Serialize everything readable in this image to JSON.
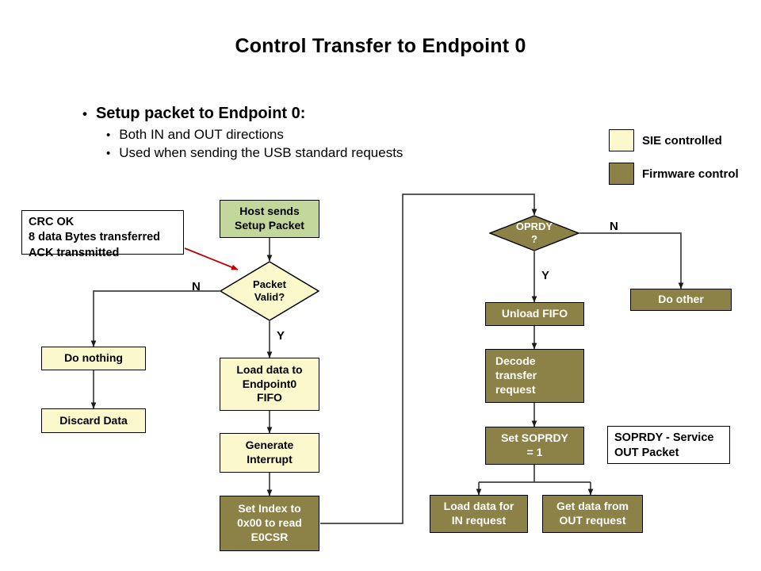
{
  "slide": {
    "title": "Control Transfer to Endpoint 0",
    "background": "#ffffff"
  },
  "bullets": {
    "level1": "Setup packet to Endpoint 0:",
    "level2": [
      "Both IN and OUT directions",
      "Used when sending the USB standard requests"
    ]
  },
  "legend": {
    "items": [
      {
        "label": "SIE controlled",
        "color": "#fbf8cc"
      },
      {
        "label": "Firmware control",
        "color": "#8c8247"
      }
    ]
  },
  "colors": {
    "sie_fill": "#fbf8cc",
    "firmware_fill": "#8c8247",
    "start_fill": "#c3d69b",
    "note_fill": "#ffffff",
    "connector": "#404040",
    "callout_arrow": "#c00000",
    "text_dark": "#000000",
    "text_light": "#ffffff"
  },
  "notes": {
    "crc": "CRC OK\n8 data Bytes transferred\nACK transmitted",
    "crc_lines": [
      "CRC OK",
      "8 data Bytes transferred",
      "ACK transmitted"
    ],
    "soprdy": "SOPRDY - Service\nOUT Packet",
    "soprdy_lines": [
      "SOPRDY - Service",
      "OUT Packet"
    ]
  },
  "flowchart": {
    "nodes": {
      "host_sends": {
        "label": "Host sends\nSetup Packet",
        "kind": "start",
        "fill": "#c3d69b"
      },
      "packet_valid": {
        "label": "Packet\nValid?",
        "kind": "decision",
        "fill": "#fbf8cc"
      },
      "do_nothing": {
        "label": "Do nothing",
        "kind": "process",
        "fill": "#fbf8cc"
      },
      "discard_data": {
        "label": "Discard Data",
        "kind": "process",
        "fill": "#fbf8cc"
      },
      "load_data_ep0": {
        "label": "Load data to\nEndpoint0\nFIFO",
        "kind": "process",
        "fill": "#fbf8cc"
      },
      "generate_int": {
        "label": "Generate\nInterrupt",
        "kind": "process",
        "fill": "#fbf8cc"
      },
      "set_index": {
        "label": "Set Index to\n0x00 to read\nE0CSR",
        "kind": "process",
        "fill": "#8c8247"
      },
      "oprdy": {
        "label": "OPRDY\n?",
        "kind": "decision",
        "fill": "#8c8247"
      },
      "do_other": {
        "label": "Do other",
        "kind": "process",
        "fill": "#8c8247"
      },
      "unload_fifo": {
        "label": "Unload FIFO",
        "kind": "process",
        "fill": "#8c8247"
      },
      "decode_req": {
        "label": "Decode\ntransfer\nrequest",
        "kind": "process",
        "fill": "#8c8247"
      },
      "set_soprdy": {
        "label": "Set SOPRDY\n= 1",
        "kind": "process",
        "fill": "#8c8247"
      },
      "load_in": {
        "label": "Load data for\nIN request",
        "kind": "process",
        "fill": "#8c8247"
      },
      "get_out": {
        "label": "Get data from\nOUT request",
        "kind": "process",
        "fill": "#8c8247"
      }
    },
    "branch_labels": {
      "packet_valid_no": "N",
      "packet_valid_yes": "Y",
      "oprdy_no": "N",
      "oprdy_yes": "Y"
    }
  }
}
